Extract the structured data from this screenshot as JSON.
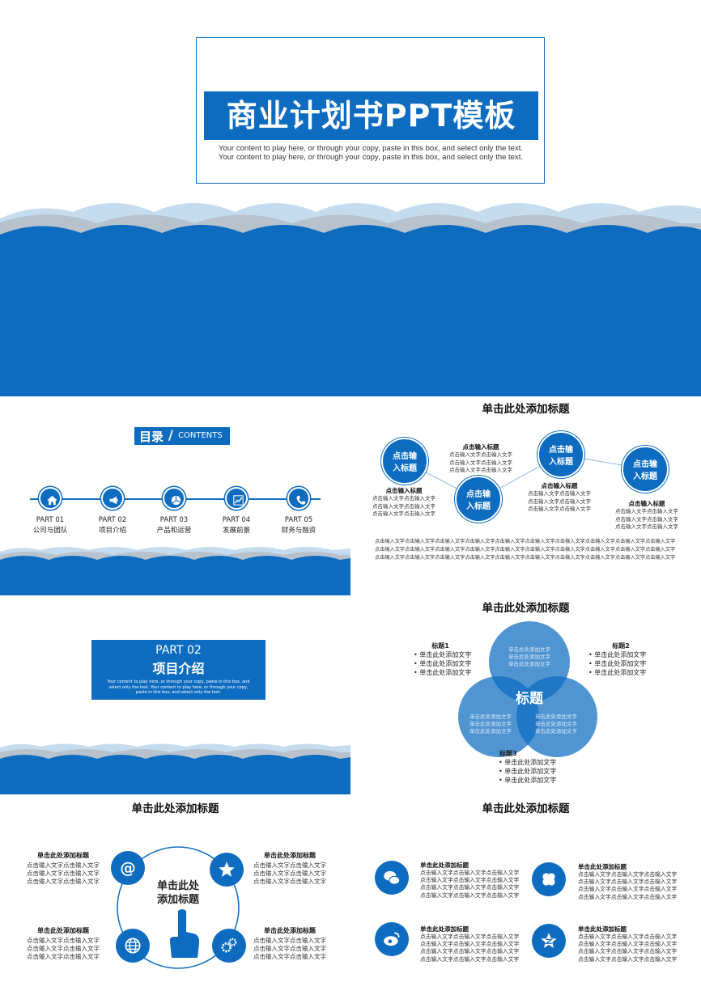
{
  "cover": {
    "title": "商业计划书PPT模板",
    "subtitle": "Your content to play here, or through your copy, paste in this box, and select only the text. Your content to play here, or through your copy, paste in this box, and select only the text."
  },
  "toc": {
    "title_cn": "目录",
    "slash": "/",
    "title_en": "CONTENTS",
    "items": [
      {
        "part": "PART 01",
        "label": "公司与团队",
        "icon": "home-icon"
      },
      {
        "part": "PART 02",
        "label": "项目介绍",
        "icon": "megaphone-icon"
      },
      {
        "part": "PART 03",
        "label": "产品和运营",
        "icon": "pie-chart-icon"
      },
      {
        "part": "PART 04",
        "label": "发展前景",
        "icon": "growth-chart-icon"
      },
      {
        "part": "PART 05",
        "label": "财务与融资",
        "icon": "phone-icon"
      }
    ]
  },
  "process": {
    "title": "单击此处添加标题",
    "nodes": [
      {
        "label1": "点击输",
        "label2": "入标题"
      },
      {
        "label1": "点击输",
        "label2": "入标题"
      },
      {
        "label1": "点击输",
        "label2": "入标题"
      },
      {
        "label1": "点击输",
        "label2": "入标题"
      }
    ],
    "notes": [
      {
        "title": "点击输入标题",
        "lines": [
          "点击输入文字点击输入文字",
          "点击输入文字点击输入文字",
          "点击输入文字点击输入文字"
        ]
      },
      {
        "title": "点击输入标题",
        "lines": [
          "点击输入文字点击输入文字",
          "点击输入文字点击输入文字",
          "点击输入文字点击输入文字"
        ]
      },
      {
        "title": "点击输入标题",
        "lines": [
          "点击输入文字点击输入文字",
          "点击输入文字点击输入文字",
          "点击输入文字点击输入文字"
        ]
      },
      {
        "title": "点击输入标题",
        "lines": [
          "点击输入文字点击输入文字",
          "点击输入文字点击输入文字",
          "点击输入文字点击输入文字"
        ]
      }
    ],
    "paragraph": [
      "点击输入文字点击输入文字点击输入文字点击输入文字点击输入文字点击输入文字点击输入文字点击输入文字点击输入文字点击输入文字",
      "点击输入文字点击输入文字点击输入文字点击输入文字点击输入文字点击输入文字点击输入文字点击输入文字点击输入文字点击输入文字",
      "点击输入文字点击输入文字点击输入文字点击输入文字点击输入文字点击输入文字点击输入文字点击输入文字点击输入文字点击输入文字"
    ]
  },
  "section": {
    "part": "PART 02",
    "name": "项目介绍",
    "desc": "Your content to play here, or through your copy, paste in this box, and select only the text. Your content to play here, or through your copy, paste in this box, and select only the text."
  },
  "venn": {
    "title": "单击此处添加标题",
    "center": "标题",
    "circle_text": [
      "单击此处添加文字",
      "单击此处添加文字",
      "单击此处添加文字"
    ],
    "groups": [
      {
        "title": "标题1",
        "items": [
          "• 单击此处添加文字",
          "• 单击此处添加文字",
          "• 单击此处添加文字"
        ]
      },
      {
        "title": "标题2",
        "items": [
          "• 单击此处添加文字",
          "• 单击此处添加文字",
          "• 单击此处添加文字"
        ]
      },
      {
        "title": "标题3",
        "items": [
          "• 单击此处添加文字",
          "• 单击此处添加文字",
          "• 单击此处添加文字"
        ]
      }
    ]
  },
  "hub": {
    "title": "单击此处添加标题",
    "center1": "单击此处",
    "center2": "添加标题",
    "blocks": [
      {
        "title": "单击此处添加标题",
        "lines": [
          "点击输入文字点击输入文字",
          "点击输入文字点击输入文字",
          "点击输入文字点击输入文字"
        ],
        "icon": "at-sign-icon"
      },
      {
        "title": "单击此处添加标题",
        "lines": [
          "点击输入文字点击输入文字",
          "点击输入文字点击输入文字",
          "点击输入文字点击输入文字"
        ],
        "icon": "star-icon"
      },
      {
        "title": "单击此处添加标题",
        "lines": [
          "点击输入文字点击输入文字",
          "点击输入文字点击输入文字",
          "点击输入文字点击输入文字"
        ],
        "icon": "globe-icon"
      },
      {
        "title": "单击此处添加标题",
        "lines": [
          "点击输入文字点击输入文字",
          "点击输入文字点击输入文字",
          "点击输入文字点击输入文字"
        ],
        "icon": "gears-icon"
      }
    ]
  },
  "social": {
    "title": "单击此处添加标题",
    "blocks": [
      {
        "title": "单击此处添加标题",
        "lines": [
          "点击输入文字点击输入文字点击输入文字",
          "点击输入文字点击输入文字点击输入文字",
          "点击输入文字点击输入文字点击输入文字",
          "点击输入文字点击输入文字点击输入文字"
        ],
        "icon": "wechat-icon"
      },
      {
        "title": "单击此处添加标题",
        "lines": [
          "点击输入文字点击输入文字点击输入文字",
          "点击输入文字点击输入文字点击输入文字",
          "点击输入文字点击输入文字点击输入文字",
          "点击输入文字点击输入文字点击输入文字"
        ],
        "icon": "clover-icon"
      },
      {
        "title": "单击此处添加标题",
        "lines": [
          "点击输入文字点击输入文字点击输入文字",
          "点击输入文字点击输入文字点击输入文字",
          "点击输入文字点击输入文字点击输入文字",
          "点击输入文字点击输入文字点击输入文字"
        ],
        "icon": "weibo-icon"
      },
      {
        "title": "单击此处添加标题",
        "lines": [
          "点击输入文字点击输入文字点击输入文字",
          "点击输入文字点击输入文字点击输入文字",
          "点击输入文字点击输入文字点击输入文字",
          "点击输入文字点击输入文字点击输入文字"
        ],
        "icon": "qzone-star-icon"
      }
    ]
  },
  "colors": {
    "accent": "#0d6cc0",
    "wave_light": "#c5dcef",
    "wave_grey": "#b8c2cc"
  }
}
